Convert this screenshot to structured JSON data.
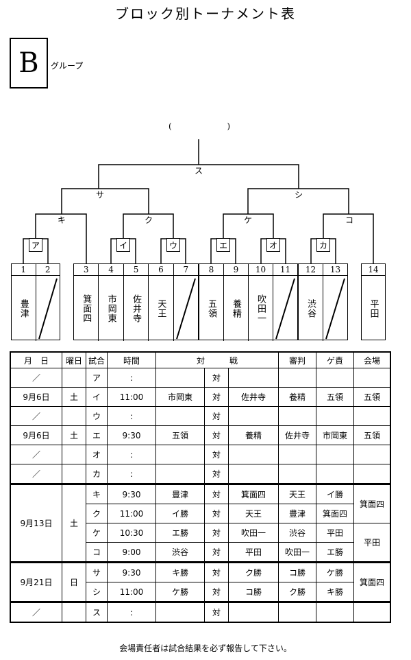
{
  "title": "ブロック別トーナメント表",
  "group": {
    "letter": "B",
    "label": "グループ"
  },
  "paren": {
    "open": "(",
    "close": ")"
  },
  "bracket_labels": {
    "final": "ス",
    "semi_left": "サ",
    "semi_right": "シ",
    "q1": "キ",
    "q2": "ク",
    "q3": "ケ",
    "q4": "コ",
    "r1": "ア",
    "r2": "イ",
    "r3": "ウ",
    "r4": "エ",
    "r5": "オ",
    "r6": "カ"
  },
  "teams": [
    {
      "num": "1",
      "name": "豊津"
    },
    {
      "num": "2",
      "name": ""
    },
    {
      "num": "3",
      "name": "箕面四"
    },
    {
      "num": "4",
      "name": "市岡東"
    },
    {
      "num": "5",
      "name": "佐井寺"
    },
    {
      "num": "6",
      "name": "天王"
    },
    {
      "num": "7",
      "name": ""
    },
    {
      "num": "8",
      "name": "五領"
    },
    {
      "num": "9",
      "name": "養精"
    },
    {
      "num": "10",
      "name": "吹田一"
    },
    {
      "num": "11",
      "name": ""
    },
    {
      "num": "12",
      "name": "渋谷"
    },
    {
      "num": "13",
      "name": ""
    },
    {
      "num": "14",
      "name": "平田"
    }
  ],
  "schedule": {
    "headers": {
      "date": "月　日",
      "day": "曜日",
      "game": "試合",
      "time": "時間",
      "match": "対　　　戦",
      "referee": "審判",
      "gs": "ゲ責",
      "venue": "会場"
    },
    "vs": "対",
    "rows": [
      {
        "date": "／",
        "day": "",
        "game": "ア",
        "time": ":",
        "t1": "",
        "t2": "",
        "ref": "",
        "gs": "",
        "venue": ""
      },
      {
        "date": "9月6日",
        "day": "土",
        "game": "イ",
        "time": "11:00",
        "t1": "市岡東",
        "t2": "佐井寺",
        "ref": "養精",
        "gs": "五領",
        "venue": "五領"
      },
      {
        "date": "／",
        "day": "",
        "game": "ウ",
        "time": ":",
        "t1": "",
        "t2": "",
        "ref": "",
        "gs": "",
        "venue": ""
      },
      {
        "date": "9月6日",
        "day": "土",
        "game": "エ",
        "time": "9:30",
        "t1": "五領",
        "t2": "養精",
        "ref": "佐井寺",
        "gs": "市岡東",
        "venue": "五領"
      },
      {
        "date": "／",
        "day": "",
        "game": "オ",
        "time": ":",
        "t1": "",
        "t2": "",
        "ref": "",
        "gs": "",
        "venue": ""
      },
      {
        "date": "／",
        "day": "",
        "game": "カ",
        "time": ":",
        "t1": "",
        "t2": "",
        "ref": "",
        "gs": "",
        "venue": ""
      },
      {
        "date": "9月13日",
        "day": "土",
        "game": "キ",
        "time": "9:30",
        "t1": "豊津",
        "t2": "箕面四",
        "ref": "天王",
        "gs": "イ勝",
        "venue": "箕面四"
      },
      {
        "game": "ク",
        "time": "11:00",
        "t1": "イ勝",
        "t2": "天王",
        "ref": "豊津",
        "gs": "箕面四"
      },
      {
        "game": "ケ",
        "time": "10:30",
        "t1": "エ勝",
        "t2": "吹田一",
        "ref": "渋谷",
        "gs": "平田",
        "venue": "平田"
      },
      {
        "game": "コ",
        "time": "9:00",
        "t1": "渋谷",
        "t2": "平田",
        "ref": "吹田一",
        "gs": "エ勝"
      },
      {
        "date": "9月21日",
        "day": "日",
        "game": "サ",
        "time": "9:30",
        "t1": "キ勝",
        "t2": "ク勝",
        "ref": "コ勝",
        "gs": "ケ勝",
        "venue": "箕面四"
      },
      {
        "game": "シ",
        "time": "11:00",
        "t1": "ケ勝",
        "t2": "コ勝",
        "ref": "ク勝",
        "gs": "キ勝"
      },
      {
        "date": "／",
        "day": "",
        "game": "ス",
        "time": ":",
        "t1": "",
        "t2": "",
        "ref": "",
        "gs": "",
        "venue": ""
      }
    ]
  },
  "footer": "会場責任者は試合結果を必ず報告して下さい。"
}
